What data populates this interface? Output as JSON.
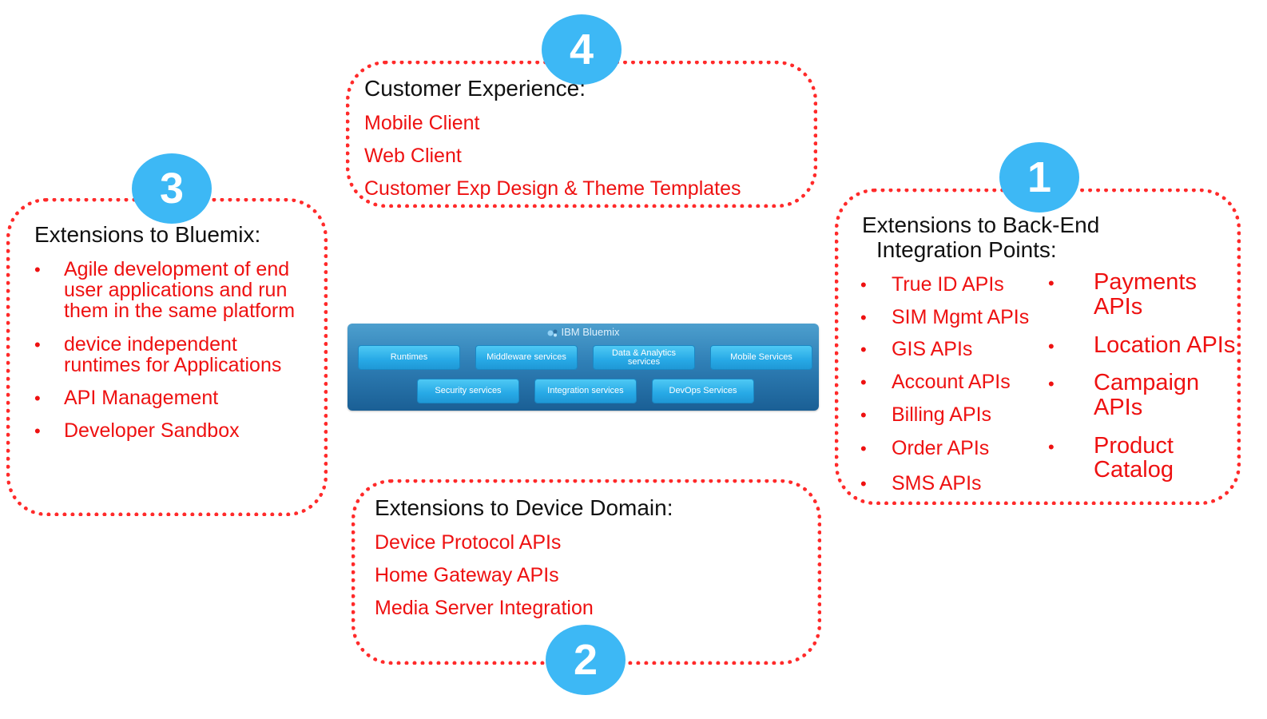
{
  "colors": {
    "accent_red": "#ee1111",
    "badge_blue": "#3db8f5",
    "heading_black": "#111111"
  },
  "box_customer": {
    "number": "4",
    "heading": "Customer Experience:",
    "items": [
      "Mobile Client",
      "Web Client",
      "Customer Exp Design & Theme Templates"
    ]
  },
  "box_bluemix": {
    "number": "3",
    "heading": "Extensions to Bluemix:",
    "items": [
      {
        "lines": [
          "Agile development of  end",
          "user applications and run",
          "them in the same platform"
        ]
      },
      {
        "lines": [
          "device independent",
          "runtimes for Applications"
        ]
      },
      {
        "lines": [
          "API Management"
        ]
      },
      {
        "lines": [
          "Developer Sandbox"
        ]
      }
    ]
  },
  "box_backend": {
    "number": "1",
    "heading_line1": "Extensions to Back-End",
    "heading_line2": "Integration Points:",
    "left_items": [
      "True ID APIs",
      "SIM Mgmt  APIs",
      "GIS APIs",
      "Account APIs",
      "Billing APIs",
      "Order APIs",
      "SMS APIs"
    ],
    "right_items": [
      {
        "lines": [
          "Payments",
          "APIs"
        ]
      },
      {
        "lines": [
          "Location APIs"
        ]
      },
      {
        "lines": [
          "Campaign",
          "APIs"
        ]
      },
      {
        "lines": [
          "Product",
          "Catalog"
        ]
      }
    ]
  },
  "box_device": {
    "number": "2",
    "heading": "Extensions to Device Domain:",
    "items": [
      "Device Protocol APIs",
      "Home Gateway APIs",
      "Media Server Integration"
    ]
  },
  "bluemix_panel": {
    "title": "IBM Bluemix",
    "row1": [
      "Runtimes",
      "Middleware services",
      "Data & Analytics services",
      "Mobile Services"
    ],
    "row2": [
      "Security services",
      "Integration services",
      "DevOps Services"
    ]
  },
  "bullet_char": "•"
}
